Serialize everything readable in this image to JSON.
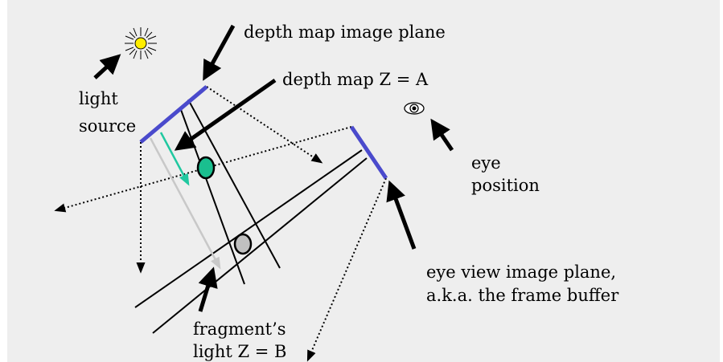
{
  "labels": {
    "depth_map_plane": "depth map image plane",
    "depth_map_z": "depth map Z  = A",
    "light_source_line1": "light",
    "light_source_line2": "source",
    "eye_position_line1": "eye",
    "eye_position_line2": "position",
    "eye_view_plane_line1": "eye view image plane,",
    "eye_view_plane_line2": "a.k.a. the frame buffer",
    "fragment_line1": "fragment’s",
    "fragment_line2": "light Z = B"
  },
  "colors": {
    "background": "#eeeeee",
    "image_plane": "#4a4acc",
    "sun": "#ffee00",
    "depth_sample": "#1abf8f",
    "depth_arrow": "#20c8a0",
    "fragment": "#c0c0c0",
    "fragment_arrow": "#c8c8c8",
    "lines": "#000000"
  },
  "icons": {
    "sun": "sun-icon",
    "eye": "eye-icon"
  }
}
